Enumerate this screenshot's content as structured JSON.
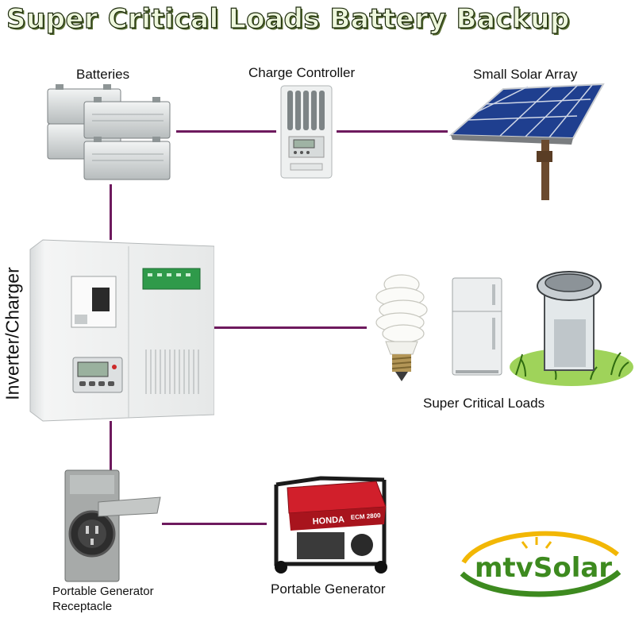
{
  "title": "Super Critical Loads Battery Backup",
  "labels": {
    "batteries": "Batteries",
    "charge_controller": "Charge Controller",
    "solar_array": "Small Solar Array",
    "inverter": "Inverter/Charger",
    "loads": "Super Critical Loads",
    "receptacle_line1": "Portable Generator",
    "receptacle_line2": "Receptacle",
    "generator": "Portable Generator"
  },
  "generator_brand": "HONDA",
  "generator_model": "ECM 2800",
  "logo": "mtvSolar",
  "colors": {
    "wire": "#6e1a5e",
    "logo_green": "#3d8a1f",
    "logo_sun": "#f2b705"
  }
}
